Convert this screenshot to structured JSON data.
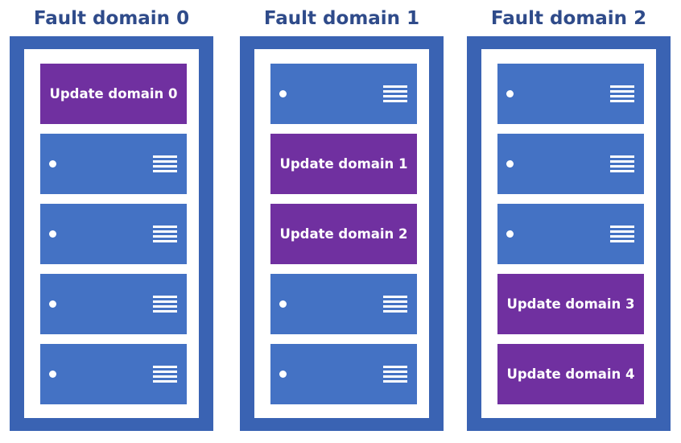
{
  "colors": {
    "title_text": "#2f4b8a",
    "rack_frame": "#3a63b3",
    "server_blade": "#4472c4",
    "update_domain": "#7030a0",
    "background": "#ffffff"
  },
  "icons": {
    "led": "status-led-dot-icon",
    "vent": "vent-lines-icon"
  },
  "fault_domains": [
    {
      "title": "Fault domain 0",
      "slots": [
        {
          "kind": "update",
          "label": "Update domain 0"
        },
        {
          "kind": "server",
          "label": ""
        },
        {
          "kind": "server",
          "label": ""
        },
        {
          "kind": "server",
          "label": ""
        },
        {
          "kind": "server",
          "label": ""
        }
      ]
    },
    {
      "title": "Fault domain 1",
      "slots": [
        {
          "kind": "server",
          "label": ""
        },
        {
          "kind": "update",
          "label": "Update domain 1"
        },
        {
          "kind": "update",
          "label": "Update domain 2"
        },
        {
          "kind": "server",
          "label": ""
        },
        {
          "kind": "server",
          "label": ""
        }
      ]
    },
    {
      "title": "Fault domain 2",
      "slots": [
        {
          "kind": "server",
          "label": ""
        },
        {
          "kind": "server",
          "label": ""
        },
        {
          "kind": "server",
          "label": ""
        },
        {
          "kind": "update",
          "label": "Update domain 3"
        },
        {
          "kind": "update",
          "label": "Update domain 4"
        }
      ]
    }
  ]
}
